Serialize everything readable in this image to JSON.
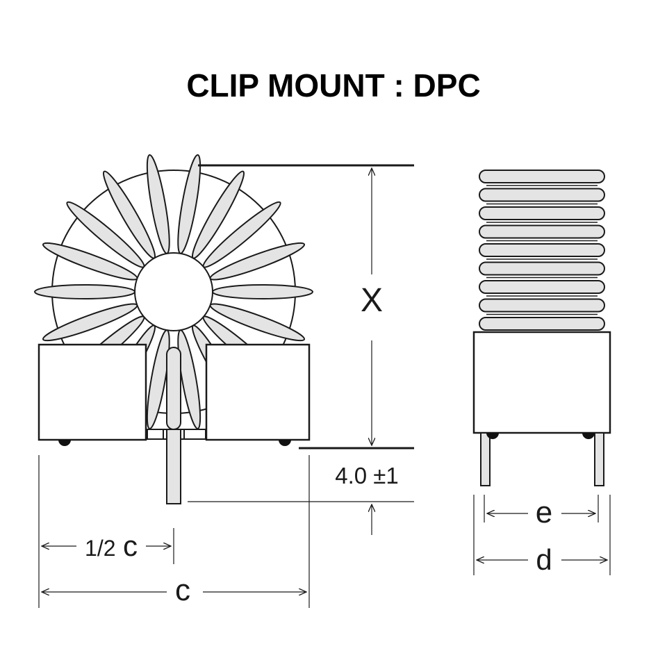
{
  "title": "CLIP MOUNT : DPC",
  "labels": {
    "x": "X",
    "lead_length": "4.0 ±1",
    "half_c_prefix": "1/2",
    "half_c_letter": "c",
    "c": "c",
    "e": "e",
    "d": "d"
  },
  "colors": {
    "line": "#1a1a1a",
    "winding_fill": "#e4e4e4",
    "background": "#ffffff"
  }
}
